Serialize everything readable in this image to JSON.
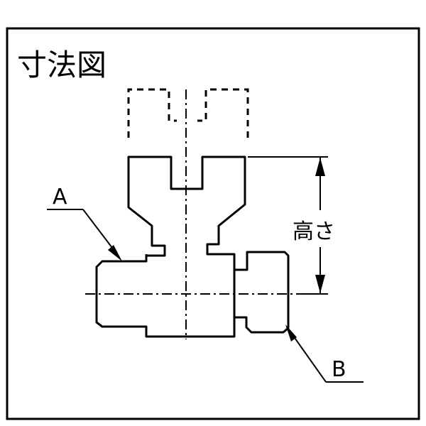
{
  "title": "寸法図",
  "labels": {
    "a": "A",
    "b": "B",
    "height": "高さ"
  },
  "colors": {
    "line": "#000000",
    "background": "#ffffff"
  }
}
